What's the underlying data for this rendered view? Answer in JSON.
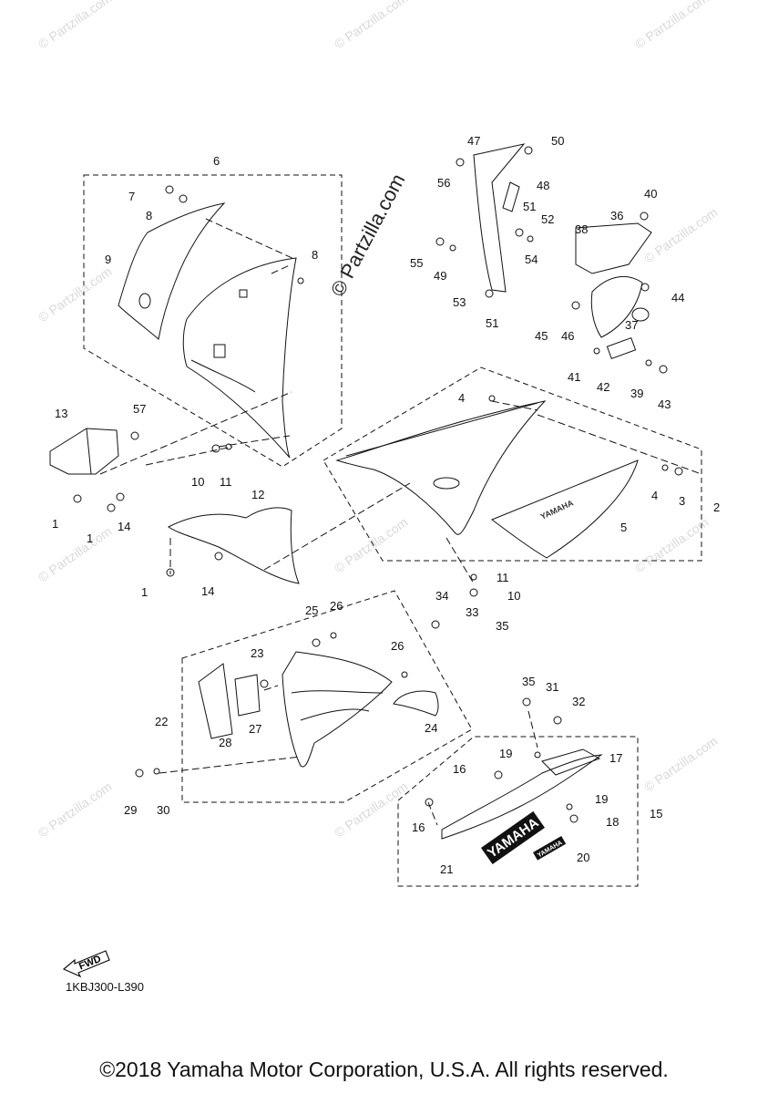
{
  "watermark": {
    "small": "© Partzilla.com",
    "large": "© Partzilla.com"
  },
  "callouts": [
    "1",
    "1",
    "1",
    "2",
    "3",
    "4",
    "4",
    "5",
    "6",
    "7",
    "8",
    "8",
    "9",
    "10",
    "10",
    "11",
    "11",
    "12",
    "13",
    "14",
    "14",
    "15",
    "16",
    "16",
    "17",
    "18",
    "19",
    "19",
    "20",
    "21",
    "22",
    "23",
    "24",
    "25",
    "26",
    "26",
    "27",
    "28",
    "29",
    "30",
    "31",
    "32",
    "33",
    "34",
    "35",
    "35",
    "36",
    "37",
    "38",
    "39",
    "40",
    "41",
    "42",
    "43",
    "44",
    "45",
    "46",
    "47",
    "48",
    "49",
    "50",
    "51",
    "51",
    "52",
    "53",
    "54",
    "55",
    "56",
    "57"
  ],
  "decals": {
    "brand_large": "YAMAHA",
    "brand_small": "YAMAHA",
    "panel_logo": "YAMAHA"
  },
  "fwd_label": "FWD",
  "reference_code": "1KBJ300-L390",
  "copyright": "©2018 Yamaha Motor Corporation, U.S.A. All rights reserved."
}
